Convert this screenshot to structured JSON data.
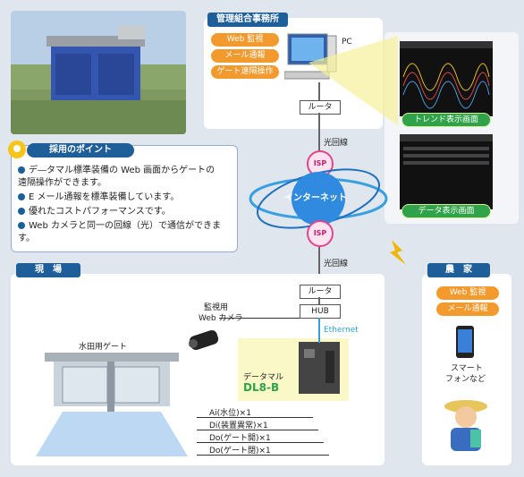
{
  "office": {
    "header": "管理組合事務所",
    "buttons": [
      "Web 監視",
      "メール通報",
      "ゲート遠隔操作"
    ],
    "pc_label": "PC",
    "router_label": "ルータ",
    "screens": [
      "トレンド表示画面",
      "データ表示画面"
    ]
  },
  "network": {
    "line_top": "光回線",
    "line_bottom": "光回線",
    "isp_top": "ISP",
    "isp_bottom": "ISP",
    "internet": "インターネット"
  },
  "points": {
    "title": "採用のポイント",
    "items": [
      "デ―タマル標準装備の Web 画面からゲートの遠隔操作ができます。",
      "E メール通報を標準装備しています。",
      "優れたコストパフォーマンスです。",
      "Web カメラと同一の回線（光）で通信ができます。"
    ]
  },
  "site": {
    "header": "現　場",
    "router_label": "ルータ",
    "hub_label": "HUB",
    "camera_label_1": "監視用",
    "camera_label_2": "Web カメラ",
    "ethernet_label": "Ethernet",
    "gate_label": "水田用ゲート",
    "device_label": "データマル",
    "device_model": "DL8-B",
    "signals": [
      "Ai(水位)×1",
      "Di(装置異常)×1",
      "Do(ゲート開)×1",
      "Do(ゲート閉)×1"
    ]
  },
  "farmer": {
    "header": "農　家",
    "buttons": [
      "Web 監視",
      "メール通報"
    ],
    "phone_label_1": "スマート",
    "phone_label_2": "フォンなど"
  },
  "colors": {
    "navy": "#1f5f99",
    "orange": "#f29a2e",
    "green": "#2fa24a",
    "pink": "#e2448e",
    "ethernet": "#2fa0d8"
  }
}
